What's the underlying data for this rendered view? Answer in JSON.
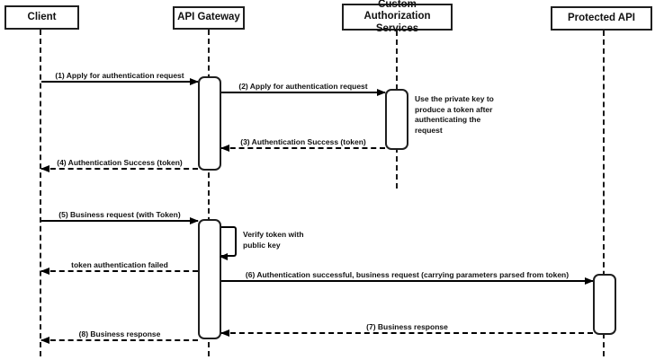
{
  "diagram": {
    "type": "sequence",
    "background": "#ffffff",
    "line_color": "#000000",
    "actors": [
      {
        "name": "Client"
      },
      {
        "name": "API Gateway"
      },
      {
        "name": "Custom Authorization Services"
      },
      {
        "name": "Protected API"
      }
    ],
    "messages": [
      {
        "label": "(1) Apply for authentication request",
        "from": "Client",
        "to": "API Gateway",
        "line": "solid"
      },
      {
        "label": "(2) Apply for authentication request",
        "from": "API Gateway",
        "to": "Custom Authorization Services",
        "line": "solid"
      },
      {
        "label": "(3) Authentication Success (token)",
        "from": "Custom Authorization Services",
        "to": "API Gateway",
        "line": "dashed"
      },
      {
        "label": "(4) Authentication Success (token)",
        "from": "API Gateway",
        "to": "Client",
        "line": "dashed"
      },
      {
        "label": "(5) Business request (with Token)",
        "from": "Client",
        "to": "API Gateway",
        "line": "solid"
      },
      {
        "label": "Verify token with public key",
        "from": "API Gateway",
        "to": "API Gateway",
        "line": "self"
      },
      {
        "label": "token authentication failed",
        "from": "API Gateway",
        "to": "Client",
        "line": "dashed"
      },
      {
        "label": "(6) Authentication successful, business request (carrying parameters parsed from token)",
        "from": "API Gateway",
        "to": "Protected API",
        "line": "solid"
      },
      {
        "label": "(7) Business response",
        "from": "Protected API",
        "to": "API Gateway",
        "line": "dashed"
      },
      {
        "label": "(8) Business response",
        "from": "API Gateway",
        "to": "Client",
        "line": "dashed"
      }
    ],
    "notes": [
      {
        "text": "Use the private key to produce a token after authenticating the request",
        "attached_to": "Custom Authorization Services"
      }
    ]
  }
}
